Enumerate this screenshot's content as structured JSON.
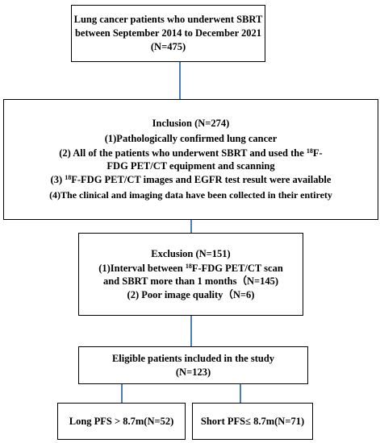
{
  "flowchart": {
    "box1": {
      "lines": [
        "Lung cancer patients who underwent SBRT",
        "between September 2014 to December 2021",
        "(N=475)"
      ]
    },
    "box2": {
      "title": "Inclusion (N=274)",
      "item1": "(1)Pathologically confirmed lung cancer",
      "item2_pre": "(2) All of the patients who underwent SBRT and used the ",
      "item2_sup": "18",
      "item2_post": "F-FDG PET/CT equipment and scanning",
      "item3_pre": "(3) ",
      "item3_sup": "18",
      "item3_post": "F-FDG PET/CT images and EGFR test result were available",
      "item4": "(4)The clinical and imaging data have been collected in their entirety"
    },
    "box3": {
      "title": "Exclusion (N=151)",
      "item1_pre": "(1)Interval between ",
      "item1_sup": "18",
      "item1_post": "F-FDG PET/CT  scan",
      "item1_line2": "and SBRT more than 1 months（N=145)",
      "item2": "(2) Poor image quality（N=6)"
    },
    "box4": {
      "lines": [
        "Eligible patients included in the study",
        "(N=123)"
      ]
    },
    "box5": {
      "label": "Long PFS > 8.7m(N=52)"
    },
    "box6": {
      "label": "Short PFS≤ 8.7m(N=71)"
    }
  },
  "colors": {
    "connector": "#4a7ebb",
    "border": "#000000"
  }
}
